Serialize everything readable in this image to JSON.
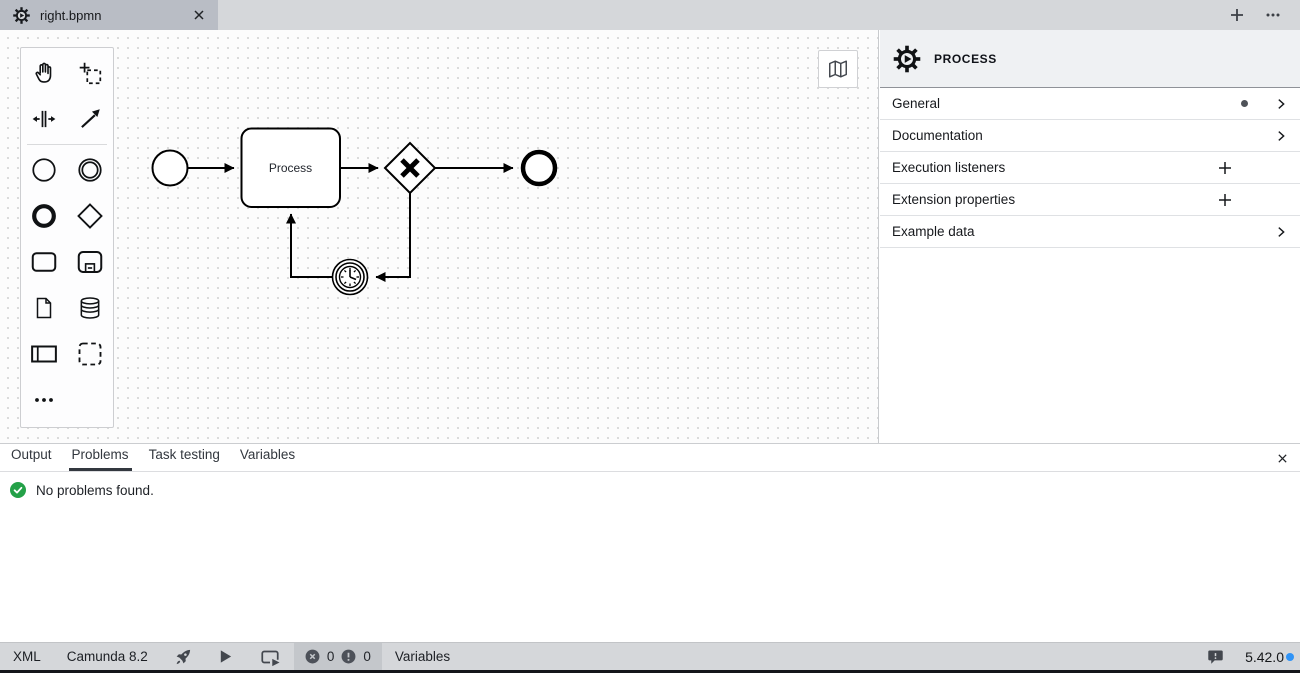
{
  "window": {
    "tab_title": "right.bpmn",
    "tab_icon": "process-gear-play-icon",
    "actions": {
      "new_tab": "plus-icon",
      "more": "ellipsis-icon",
      "close_tab": "close-icon"
    }
  },
  "palette": {
    "items": [
      "hand-tool",
      "lasso-tool",
      "space-tool",
      "global-connect-tool",
      "create-start-event",
      "create-intermediate-event",
      "create-end-event",
      "create-gateway",
      "create-task",
      "create-subprocess",
      "create-data-object",
      "create-data-store",
      "create-participant",
      "create-group",
      "more-options"
    ]
  },
  "canvas": {
    "minimap_toggle_icon": "map-icon",
    "diagram": {
      "task_label": "Process",
      "elements": [
        "start-event",
        "task",
        "exclusive-gateway",
        "end-event",
        "timer-intermediate-catch-event"
      ]
    }
  },
  "properties_panel": {
    "header": {
      "title": "PROCESS",
      "icon": "process-gear-play-icon"
    },
    "groups": [
      {
        "label": "General",
        "has_edit_dot": true,
        "control": "chevron"
      },
      {
        "label": "Documentation",
        "has_edit_dot": false,
        "control": "chevron"
      },
      {
        "label": "Execution listeners",
        "has_edit_dot": false,
        "control": "plus"
      },
      {
        "label": "Extension properties",
        "has_edit_dot": false,
        "control": "plus"
      },
      {
        "label": "Example data",
        "has_edit_dot": false,
        "control": "chevron"
      }
    ]
  },
  "bottom_panel": {
    "tabs": [
      {
        "label": "Output",
        "active": false
      },
      {
        "label": "Problems",
        "active": true
      },
      {
        "label": "Task testing",
        "active": false
      },
      {
        "label": "Variables",
        "active": false
      }
    ],
    "message": "No problems found.",
    "message_icon": "check-circle-icon",
    "close_icon": "close-icon"
  },
  "status_bar": {
    "xml_label": "XML",
    "engine_label": "Camunda 8.2",
    "icons": [
      "deploy-rocket-icon",
      "play-icon",
      "start-instance-icon"
    ],
    "error_count": "0",
    "warning_count": "0",
    "variables_label": "Variables",
    "feedback_icon": "feedback-bubble-icon",
    "version": "5.42.0",
    "update_dot_color": "#2f93f6"
  },
  "colors": {
    "tabbar_bg": "#d5d7da",
    "active_tab_bg": "#b9bdc5",
    "statusbar_bg": "#d5d7da",
    "counts_bg": "#c4c7cb",
    "props_header_bg": "#eff1f3",
    "success_green": "#24a148",
    "update_blue": "#2f93f6"
  }
}
